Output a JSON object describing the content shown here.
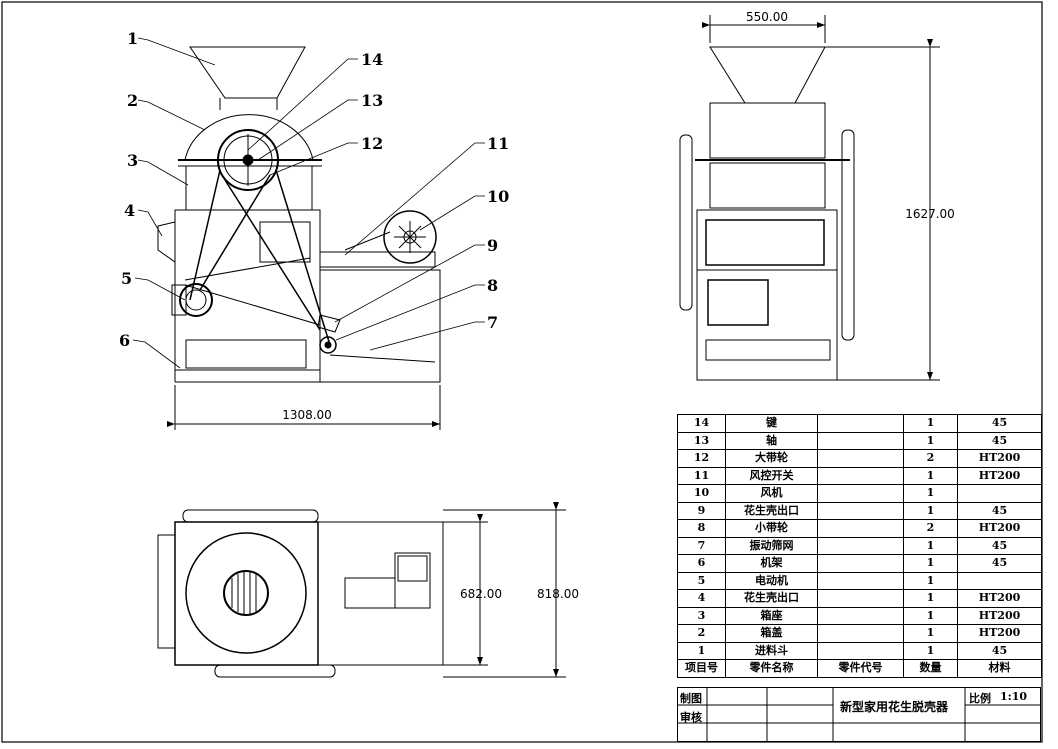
{
  "callouts": [
    "1",
    "2",
    "3",
    "4",
    "5",
    "6",
    "7",
    "8",
    "9",
    "10",
    "11",
    "12",
    "13",
    "14"
  ],
  "dimensions": {
    "front_width": "1308.00",
    "side_top_width": "550.00",
    "side_height": "1627.00",
    "top_inner_depth": "682.00",
    "top_outer_depth": "818.00"
  },
  "bom": {
    "rows": [
      {
        "no": "14",
        "name": "键",
        "code": "",
        "qty": "1",
        "material": "45"
      },
      {
        "no": "13",
        "name": "轴",
        "code": "",
        "qty": "1",
        "material": "45"
      },
      {
        "no": "12",
        "name": "大带轮",
        "code": "",
        "qty": "2",
        "material": "HT200"
      },
      {
        "no": "11",
        "name": "风控开关",
        "code": "",
        "qty": "1",
        "material": "HT200"
      },
      {
        "no": "10",
        "name": "风机",
        "code": "",
        "qty": "1",
        "material": ""
      },
      {
        "no": "9",
        "name": "花生壳出口",
        "code": "",
        "qty": "1",
        "material": "45"
      },
      {
        "no": "8",
        "name": "小带轮",
        "code": "",
        "qty": "2",
        "material": "HT200"
      },
      {
        "no": "7",
        "name": "振动筛网",
        "code": "",
        "qty": "1",
        "material": "45"
      },
      {
        "no": "6",
        "name": "机架",
        "code": "",
        "qty": "1",
        "material": "45"
      },
      {
        "no": "5",
        "name": "电动机",
        "code": "",
        "qty": "1",
        "material": ""
      },
      {
        "no": "4",
        "name": "花生壳出口",
        "code": "",
        "qty": "1",
        "material": "HT200"
      },
      {
        "no": "3",
        "name": "箱座",
        "code": "",
        "qty": "1",
        "material": "HT200"
      },
      {
        "no": "2",
        "name": "箱盖",
        "code": "",
        "qty": "1",
        "material": "HT200"
      },
      {
        "no": "1",
        "name": "进料斗",
        "code": "",
        "qty": "1",
        "material": "45"
      }
    ],
    "header": {
      "no": "项目号",
      "name": "零件名称",
      "code": "零件代号",
      "qty": "数量",
      "material": "材料"
    }
  },
  "title_block": {
    "drawn_label": "制图",
    "checked_label": "审核",
    "title": "新型家用花生脱壳器",
    "scale_label": "比例",
    "scale_value": "1:10"
  }
}
